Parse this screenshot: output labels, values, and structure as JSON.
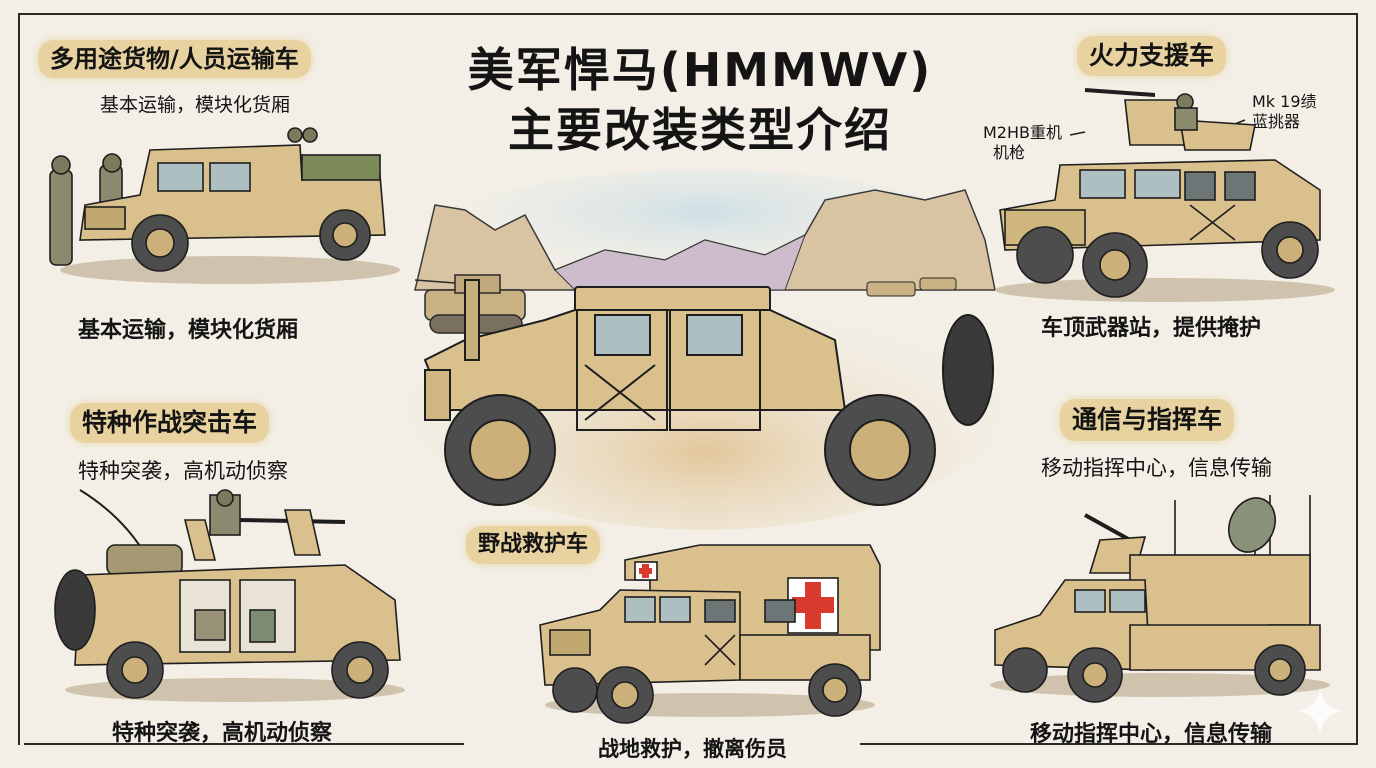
{
  "title": {
    "line1": "美军悍马(HMMWV)",
    "line2": "主要改装类型介绍"
  },
  "colors": {
    "background": "#f3efe6",
    "pill_highlight": "#e8d3a0",
    "vehicle_tan": "#d9c08c",
    "vehicle_dark": "#2a2a2a",
    "red_cross": "#d93a2f",
    "sky": "#cfe0e6"
  },
  "sections": [
    {
      "id": "cargo",
      "label": "多用途货物/人员运输车",
      "subtitle": "基本运输，模块化货厢",
      "caption": "基本运输，模块化货厢"
    },
    {
      "id": "fire-support",
      "label": "火力支援车",
      "caption": "车顶武器站，提供掩护",
      "annotations": [
        {
          "text_line1": "M2HB重机",
          "text_line2": "机枪"
        },
        {
          "text_line1": "Mk 19绩",
          "text_line2": "蓝挑器"
        }
      ]
    },
    {
      "id": "special-ops",
      "label": "特种作战突击车",
      "subtitle": "特种突袭，高机动侦察",
      "caption": "特种突袭，高机动侦察"
    },
    {
      "id": "command",
      "label": "通信与指挥车",
      "subtitle": "移动指挥中心，信息传输",
      "caption": "移动指挥中心，信息传输"
    },
    {
      "id": "ambulance",
      "label": "野战救护车",
      "caption": "战地救护，撤离伤员"
    }
  ],
  "icons": {
    "sparkle": "sparkle-icon"
  }
}
